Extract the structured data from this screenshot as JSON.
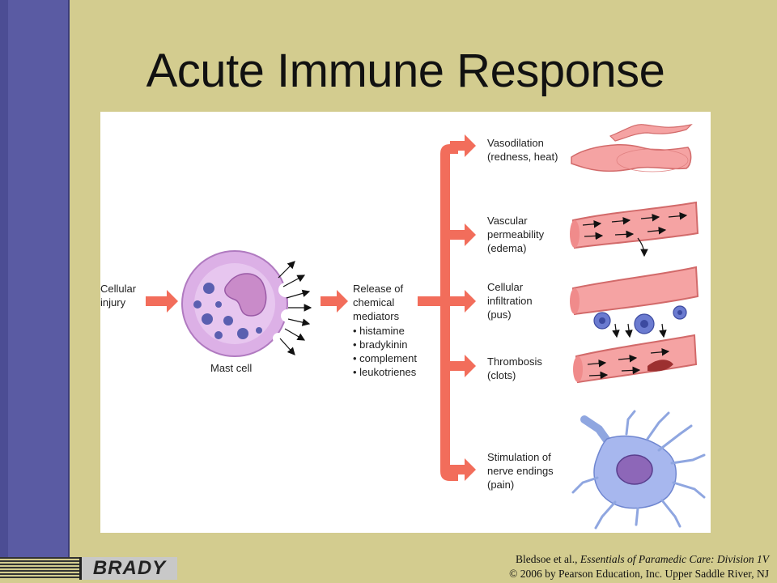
{
  "slide": {
    "title": "Acute Immune Response"
  },
  "diagram": {
    "input_label": "Cellular\ninjury",
    "cell_label": "Mast cell",
    "release_label": "Release of\nchemical\nmediators",
    "mediators": [
      "• histamine",
      "• bradykinin",
      "• complement",
      "• leukotrienes"
    ],
    "effects": [
      "Vasodilation\n(redness, heat)",
      "Vascular\npermeability\n(edema)",
      "Cellular\ninfiltration\n(pus)",
      "Thrombosis\n(clots)",
      "Stimulation of\nnerve endings\n(pain)"
    ],
    "colors": {
      "arrow": "#f26d5b",
      "vessel": "#f4a0a0",
      "cell": "#d6a8e0",
      "nucleus": "#5a5fb0",
      "nerve": "#a7b7ee"
    }
  },
  "footer": {
    "logo": "BRADY",
    "credit_author": "Bledsoe et al., ",
    "credit_book": "Essentials of Paramedic Care: Division 1V",
    "credit_copyright": "© 2006 by Pearson Education, Inc. Upper Saddle River, NJ"
  }
}
